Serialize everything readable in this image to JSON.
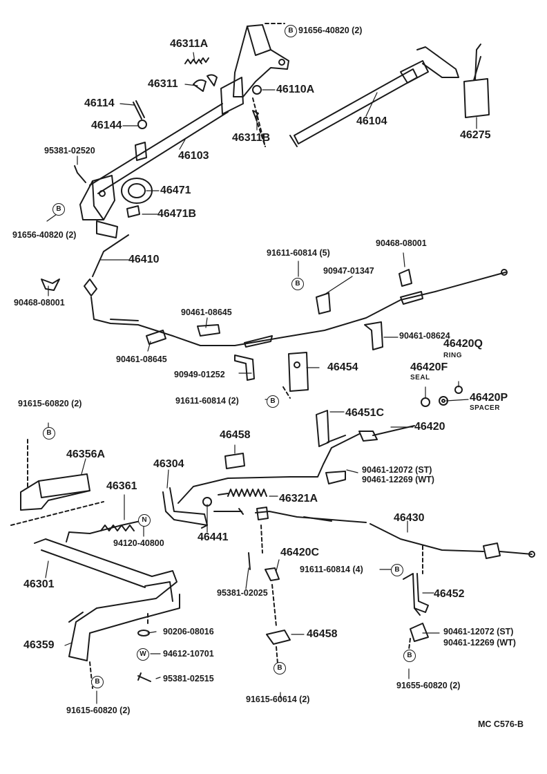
{
  "labels": {
    "p91656_40820_top": "91656-40820 (2)",
    "p46311A": "46311A",
    "p46311": "46311",
    "p46110A": "46110A",
    "p46114": "46114",
    "p46144": "46144",
    "p46311B": "46311B",
    "p46103": "46103",
    "p46104": "46104",
    "p46275": "46275",
    "p95381_02520": "95381-02520",
    "p46471": "46471",
    "p46471B": "46471B",
    "p91656_40820_left": "91656-40820 (2)",
    "p46410": "46410",
    "p91611_60814_5": "91611-60814 (5)",
    "p90468_08001_right": "90468-08001",
    "p90947_01347": "90947-01347",
    "p90468_08001_left": "90468-08001",
    "p90461_08645_a": "90461-08645",
    "p90461_08624": "90461-08624",
    "p46420Q": "46420Q",
    "p46420Q_note": "RING",
    "p90461_08645_b": "90461-08645",
    "p46454": "46454",
    "p46420F": "46420F",
    "p46420F_note": "SEAL",
    "p90949_01252": "90949-01252",
    "p46420P": "46420P",
    "p46420P_note": "SPACER",
    "p91611_60814_2": "91611-60814 (2)",
    "p91615_60820_a": "91615-60820 (2)",
    "p46451C": "46451C",
    "p46458_a": "46458",
    "p46420": "46420",
    "p46356A": "46356A",
    "p46304": "46304",
    "p90461_12072_st_a": "90461-12072 (ST)",
    "p90461_12269_wt_a": "90461-12269 (WT)",
    "p46361": "46361",
    "p46321A": "46321A",
    "p46430": "46430",
    "p46441": "46441",
    "p94120_40800": "94120-40800",
    "p46301": "46301",
    "p46420C": "46420C",
    "p91611_60814_4": "91611-60814 (4)",
    "p95381_02025": "95381-02025",
    "p46452": "46452",
    "p90206_08016": "90206-08016",
    "p46359": "46359",
    "p46458_b": "46458",
    "p90461_12072_st_b": "90461-12072 (ST)",
    "p90461_12269_wt_b": "90461-12269 (WT)",
    "p94612_10701": "94612-10701",
    "p95381_02515": "95381-02515",
    "p91615_60820_b": "91615-60820 (2)",
    "p91615_60614": "91615-60614 (2)",
    "p91655_60820": "91655-60820 (2)",
    "catalog_code": "MC  C576-B"
  },
  "badges": {
    "b": "B",
    "n": "N",
    "w": "W"
  },
  "colors": {
    "ink": "#1a1a1a",
    "paper": "#ffffff"
  }
}
